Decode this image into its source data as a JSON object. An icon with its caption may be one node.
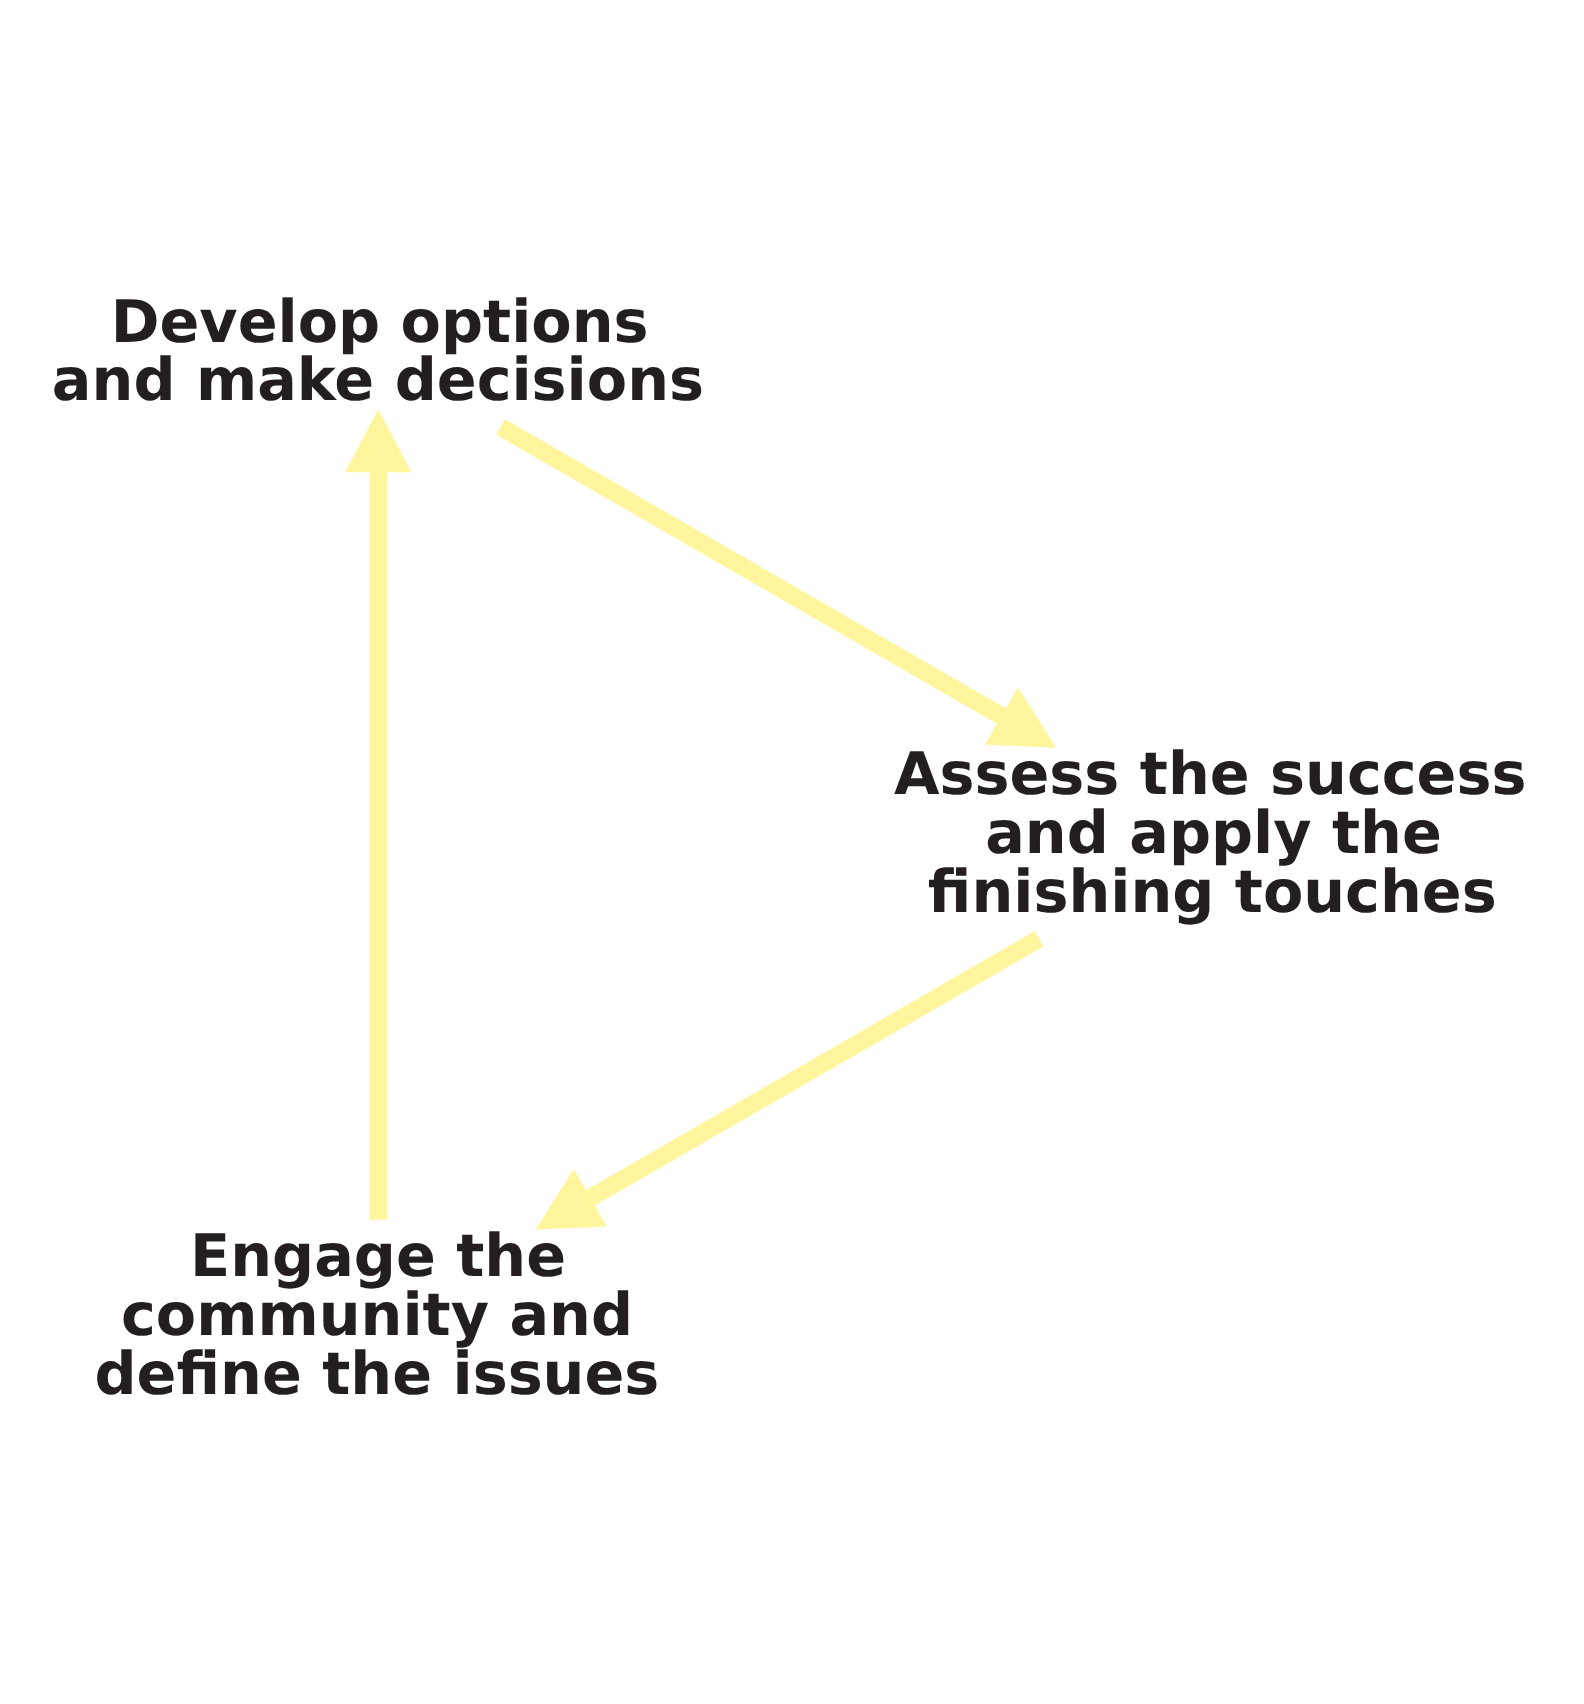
{
  "diagram": {
    "nodes": [
      {
        "text": [
          "Engage the community and define the issues"
        ]
      },
      {
        "text": [
          "Develop options and make decisions"
        ]
      },
      {
        "text": [
          "Assess the success and apply the finishing touches"
        ]
      }
    ],
    "edges": [
      {
        "from": 2,
        "to": 0,
        "arrow": "to"
      },
      {
        "from": 0,
        "to": 1,
        "arrow": "to"
      },
      {
        "from": 1,
        "to": 2,
        "arrow": "to"
      }
    ]
  }
}
